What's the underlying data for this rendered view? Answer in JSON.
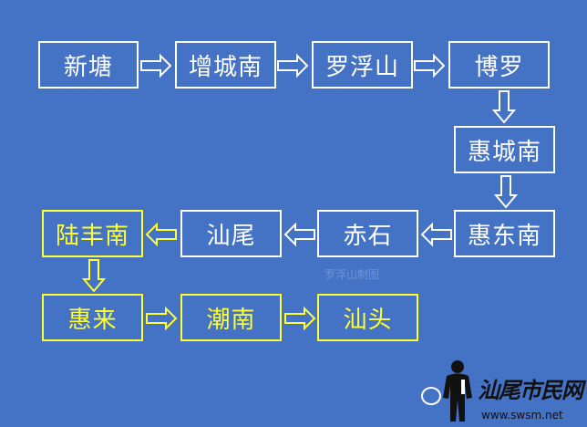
{
  "diagram": {
    "stations": [
      {
        "id": "xintang",
        "label": "新塘",
        "highlight": false
      },
      {
        "id": "zengchengnan",
        "label": "增城南",
        "highlight": false
      },
      {
        "id": "luofushan",
        "label": "罗浮山",
        "highlight": false
      },
      {
        "id": "boluo",
        "label": "博罗",
        "highlight": false
      },
      {
        "id": "huichengnan",
        "label": "惠城南",
        "highlight": false
      },
      {
        "id": "huidongnan",
        "label": "惠东南",
        "highlight": false
      },
      {
        "id": "chishi",
        "label": "赤石",
        "highlight": false
      },
      {
        "id": "shanwei",
        "label": "汕尾",
        "highlight": false
      },
      {
        "id": "lufengnan",
        "label": "陆丰南",
        "highlight": true
      },
      {
        "id": "huilai",
        "label": "惠来",
        "highlight": true
      },
      {
        "id": "chaonan",
        "label": "潮南",
        "highlight": true
      },
      {
        "id": "shantou",
        "label": "汕头",
        "highlight": true
      }
    ],
    "connections": [
      {
        "from": "xintang",
        "to": "zengchengnan",
        "direction": "right",
        "highlight": false
      },
      {
        "from": "zengchengnan",
        "to": "luofushan",
        "direction": "right",
        "highlight": false
      },
      {
        "from": "luofushan",
        "to": "boluo",
        "direction": "right",
        "highlight": false
      },
      {
        "from": "boluo",
        "to": "huichengnan",
        "direction": "down",
        "highlight": false
      },
      {
        "from": "huichengnan",
        "to": "huidongnan",
        "direction": "down",
        "highlight": false
      },
      {
        "from": "huidongnan",
        "to": "chishi",
        "direction": "left",
        "highlight": false
      },
      {
        "from": "chishi",
        "to": "shanwei",
        "direction": "left",
        "highlight": false
      },
      {
        "from": "shanwei",
        "to": "lufengnan",
        "direction": "left",
        "highlight": true
      },
      {
        "from": "lufengnan",
        "to": "huilai",
        "direction": "down",
        "highlight": true
      },
      {
        "from": "huilai",
        "to": "chaonan",
        "direction": "right",
        "highlight": true
      },
      {
        "from": "chaonan",
        "to": "shantou",
        "direction": "right",
        "highlight": true
      }
    ]
  },
  "watermarks": {
    "center_text": "罗浮山制图",
    "brand_name": "汕尾市民网",
    "brand_url": "www.swsm.net"
  },
  "colors": {
    "background": "#4472c4",
    "default_stroke": "#ffffff",
    "highlight_stroke": "#ffff33"
  }
}
